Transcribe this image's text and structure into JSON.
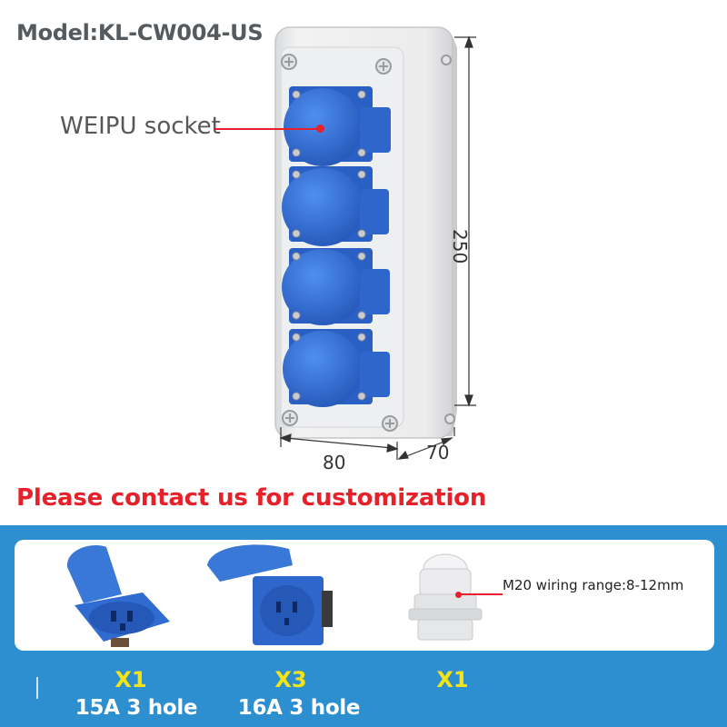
{
  "model_title": "Model:KL-CW004-US",
  "socket_label": "WEIPU socket",
  "dimensions": {
    "height": "250",
    "width": "80",
    "depth": "70"
  },
  "cta": "Please contact us for customization",
  "cable_gland": {
    "label": "M20 wiring range:8-12mm"
  },
  "accessories": [
    {
      "qty": "X1",
      "desc": "15A 3 hole"
    },
    {
      "qty": "X3",
      "desc": "16A 3 hole"
    },
    {
      "qty": "X1",
      "desc": ""
    }
  ],
  "colors": {
    "socket_blue": "#2f6fd0",
    "band_blue": "#2e8fd0",
    "accent_red": "#e8202a",
    "qty_yellow": "#f3e41a"
  }
}
